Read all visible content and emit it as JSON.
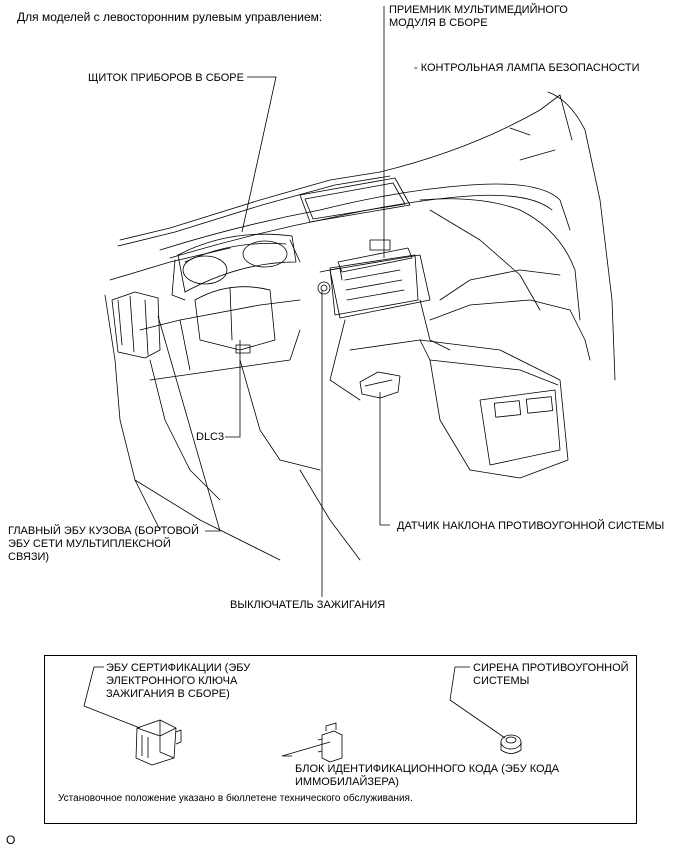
{
  "heading": "Для моделей с левосторонним рулевым управлением:",
  "labels": {
    "instrument_cluster": "ЩИТОК ПРИБОРОВ В СБОРЕ",
    "multimedia_line1": "ПРИЕМНИК МУЛЬТИМЕДИЙНОГО",
    "multimedia_line2": "МОДУЛЯ В СБОРЕ",
    "security_lamp": "- КОНТРОЛЬНАЯ ЛАМПА БЕЗОПАСНОСТИ",
    "dlc3": "DLC3",
    "main_body_ecu_line1": "ГЛАВНЫЙ ЭБУ КУЗОВА (БОРТОВОЙ",
    "main_body_ecu_line2": "ЭБУ СЕТИ МУЛЬТИПЛЕКСНОЙ",
    "main_body_ecu_line3": "СВЯЗИ)",
    "tilt_sensor": "ДАТЧИК НАКЛОНА ПРОТИВОУГОННОЙ СИСТЕМЫ",
    "ignition_switch": "ВЫКЛЮЧАТЕЛЬ ЗАЖИГАНИЯ"
  },
  "inset": {
    "cert_ecu_line1": "ЭБУ СЕРТИФИКАЦИИ (ЭБУ",
    "cert_ecu_line2": "ЭЛЕКТРОННОГО КЛЮЧА",
    "cert_ecu_line3": "ЗАЖИГАНИЯ В СБОРЕ)",
    "siren_line1": "СИРЕНА ПРОТИВОУГОННОЙ",
    "siren_line2": "СИСТЕМЫ",
    "immobilizer_line1": "БЛОК ИДЕНТИФИКАЦИОННОГО КОДА (ЭБУ КОДА",
    "immobilizer_line2": "ИММОБИЛАЙЗЕРА)",
    "note": "Установочное положение указано в бюллетене технического обслуживания."
  },
  "figure_code": "О"
}
